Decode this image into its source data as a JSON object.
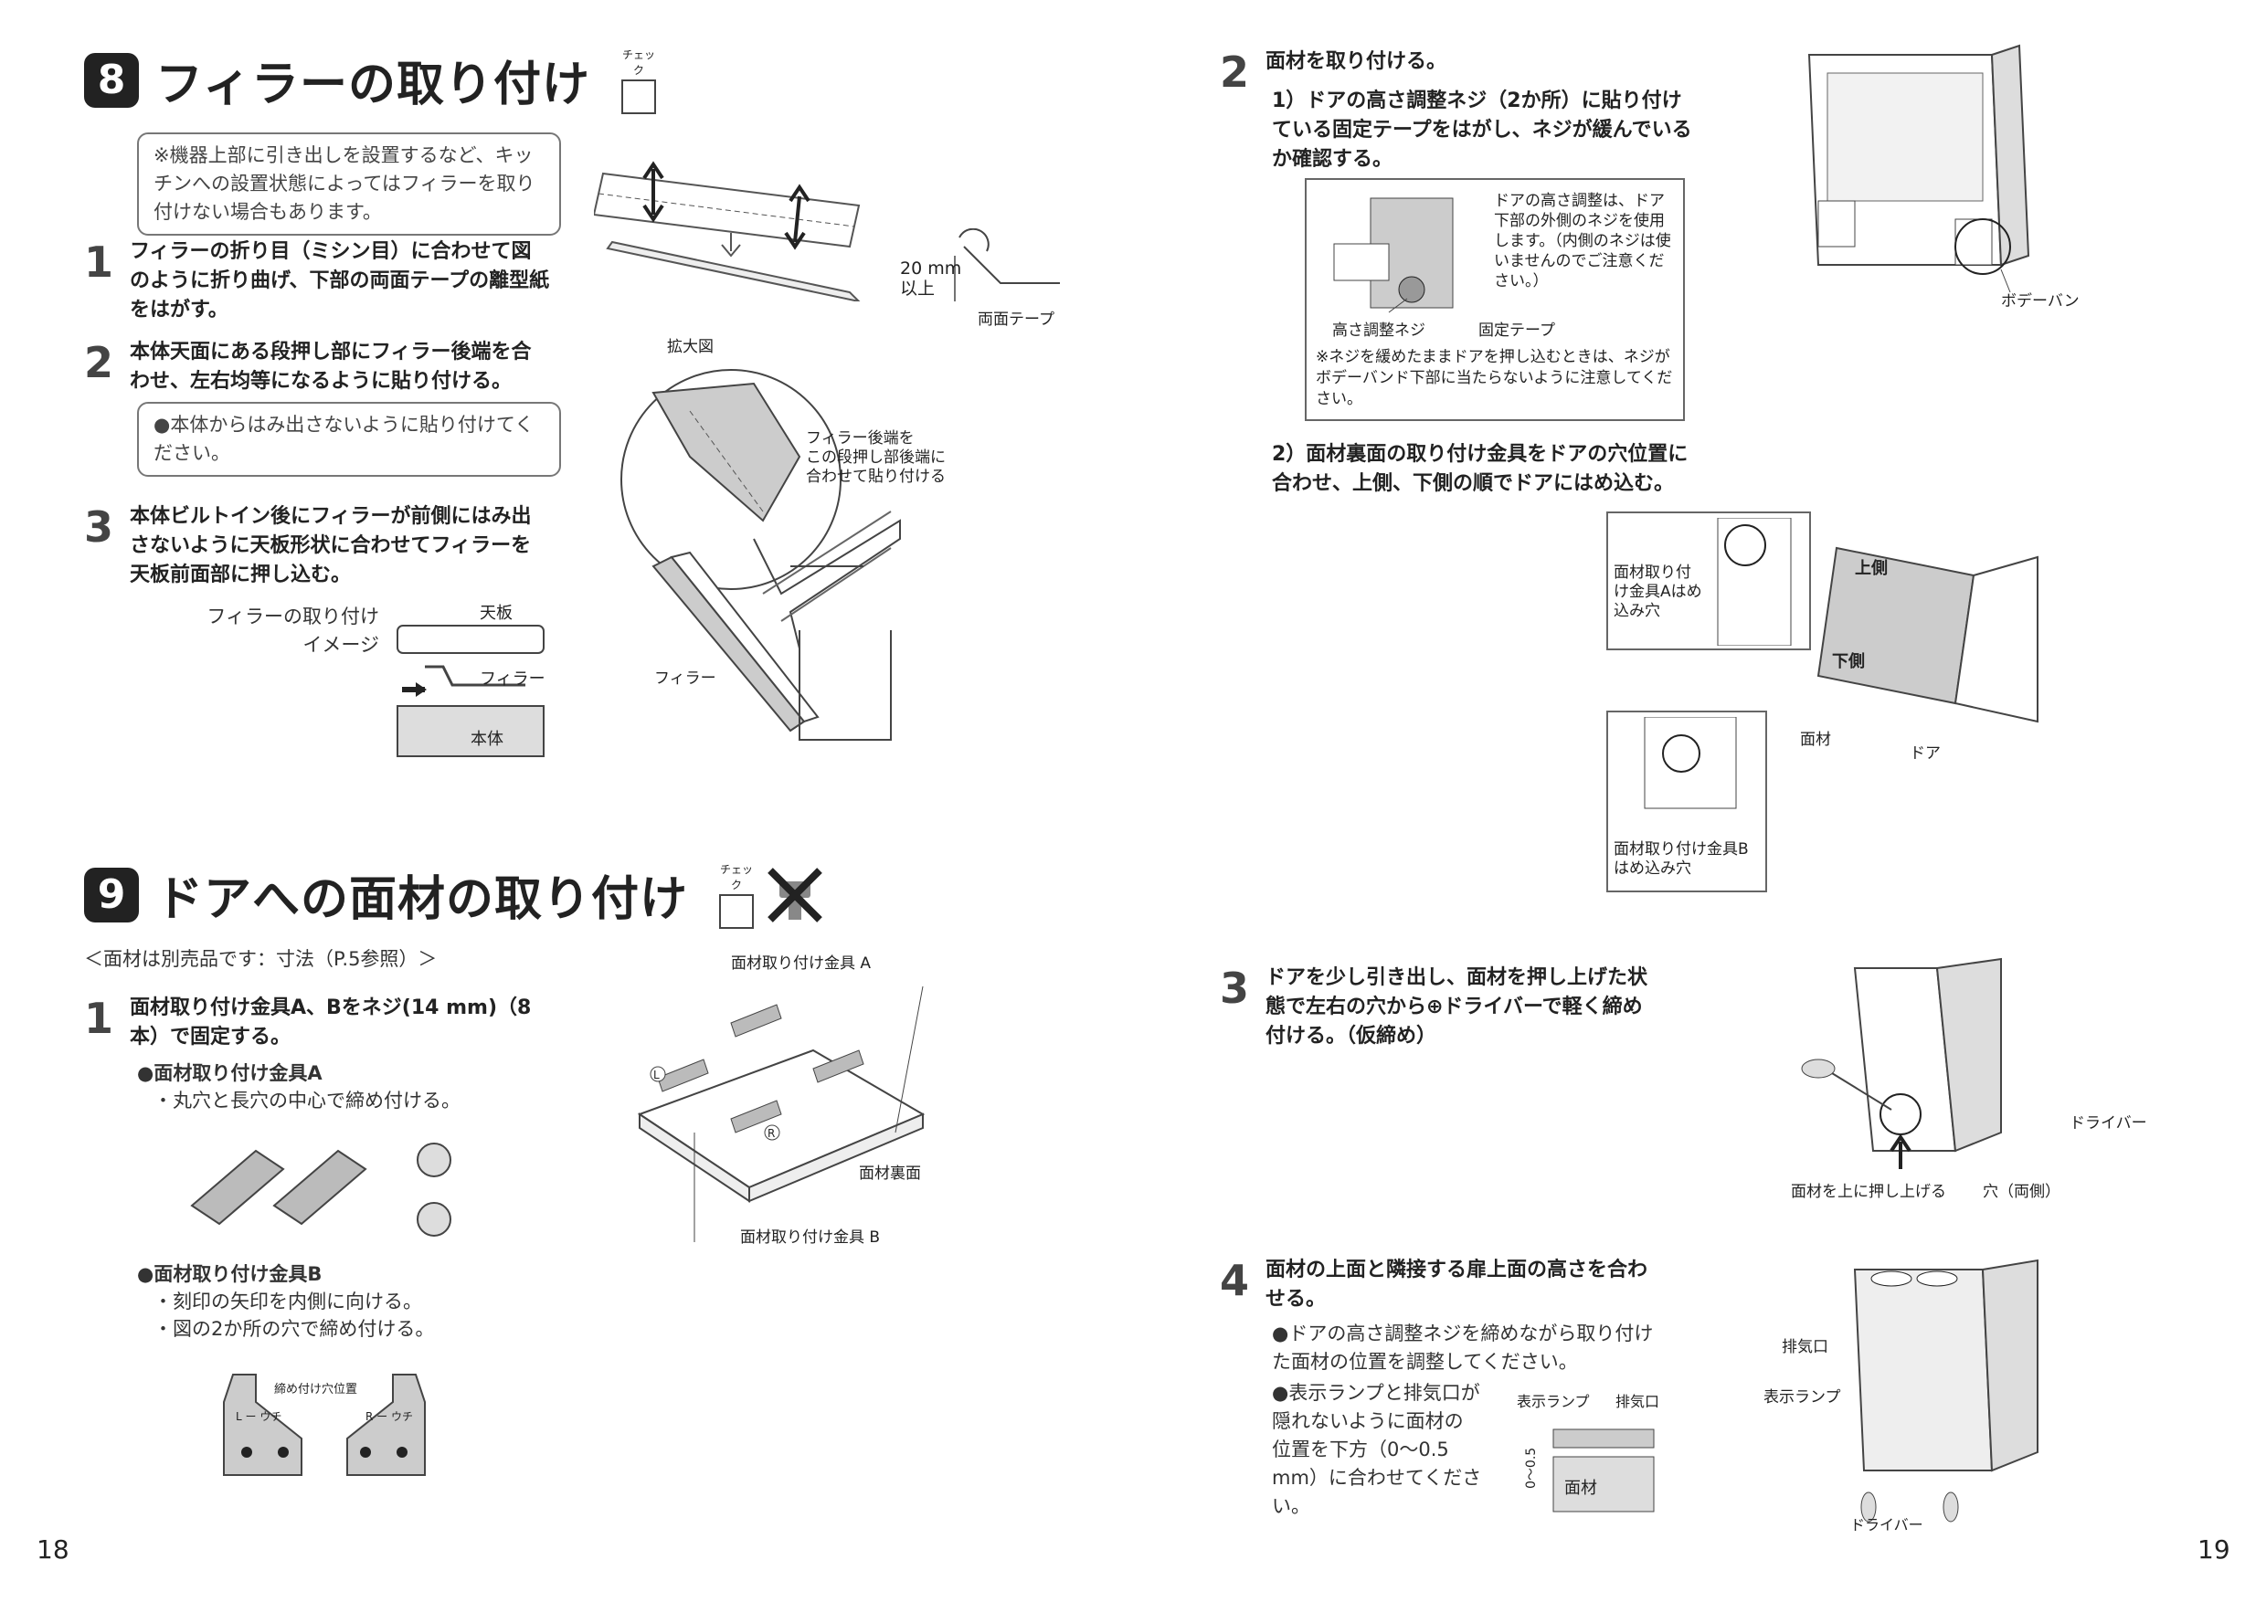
{
  "page_left": "18",
  "page_right": "19",
  "check_label": "チェック",
  "sec8": {
    "num": "8",
    "title": "フィラーの取り付け",
    "note": "※機器上部に引き出しを設置するなど、キッチンへの設置状態によってはフィラーを取り付けない場合もあります。",
    "step1": "フィラーの折り目（ミシン目）に合わせて図のように折り曲げ、下部の両面テープの離型紙をはがす。",
    "step2": "本体天面にある段押し部にフィラー後端を合わせ、左右均等になるように貼り付ける。",
    "step2_note": "●本体からはみ出さないように貼り付けてください。",
    "step3": "本体ビルトイン後にフィラーが前側にはみ出さないように天板形状に合わせてフィラーを天板前面部に押し込む。",
    "image_label_1": "フィラーの取り付け",
    "image_label_2": "イメージ",
    "tenita": "天板",
    "filler": "フィラー",
    "hontai": "本体",
    "dim_20mm": "20 mm",
    "ijou": "以上",
    "ryoumen": "両面テープ",
    "kakudai": "拡大図",
    "filler_callout_1": "フィラー後端を",
    "filler_callout_2": "この段押し部後端に",
    "filler_callout_3": "合わせて貼り付ける",
    "filler_label": "フィラー"
  },
  "sec9": {
    "num": "9",
    "title": "ドアへの面材の取り付け",
    "sub": "＜面材は別売品です：寸法（P.5参照）＞",
    "step1": "面材取り付け金具A、Bをネジ(14 mm)（8本）で固定する。",
    "bracket_a": "●面材取り付け金具A",
    "bracket_a_note": "・丸穴と長穴の中心で締め付ける。",
    "bracket_b": "●面材取り付け金具B",
    "bracket_b_note1": "・刻印の矢印を内側に向ける。",
    "bracket_b_note2": "・図の2か所の穴で締め付ける。",
    "fig_bracket_a": "面材取り付け金具 A",
    "fig_bracket_b": "面材取り付け金具 B",
    "fig_back": "面材裏面",
    "fig_l": "L",
    "fig_r": "R",
    "shime": "締め付け穴位置",
    "l_uchi": "L ー ウチ",
    "r_uchi": "R ー ウチ"
  },
  "right": {
    "step2": "面材を取り付ける。",
    "step2_1": "1）ドアの高さ調整ネジ（2か所）に貼り付けている固定テープをはがし、ネジが緩んでいるか確認する。",
    "box_note1": "ドアの高さ調整は、ドア下部の外側のネジを使用します。（内側のネジは使いませんのでご注意ください。）",
    "box_screw": "高さ調整ネジ",
    "box_tape": "固定テープ",
    "box_note2": "※ネジを緩めたままドアを押し込むときは、ネジがボデーバンド下部に当たらないように注意してください。",
    "body_band": "ボデーバンド下部",
    "step2_2": "2）面材裏面の取り付け金具をドアの穴位置に合わせ、上側、下側の順でドアにはめ込む。",
    "hole_a": "面材取り付け金具Aはめ込み穴",
    "hole_b": "面材取り付け金具Bはめ込み穴",
    "upper": "上側",
    "lower": "下側",
    "menzai": "面材",
    "door": "ドア",
    "step3": "ドアを少し引き出し、面材を押し上げた状態で左右の穴から⊕ドライバーで軽く締め付ける。（仮締め）",
    "driver": "ドライバー",
    "push_up": "面材を上に押し上げる",
    "holes": "穴（両側）",
    "step4": "面材の上面と隣接する扉上面の高さを合わせる。",
    "step4_note1": "●ドアの高さ調整ネジを締めながら取り付けた面材の位置を調整してください。",
    "step4_note2": "●表示ランプと排気口が隠れないように面材の位置を下方（0〜0.5 mm）に合わせてください。",
    "lamp": "表示ランプ",
    "exhaust": "排気口",
    "dim": "0〜0.5",
    "driver2": "ドライバー"
  }
}
